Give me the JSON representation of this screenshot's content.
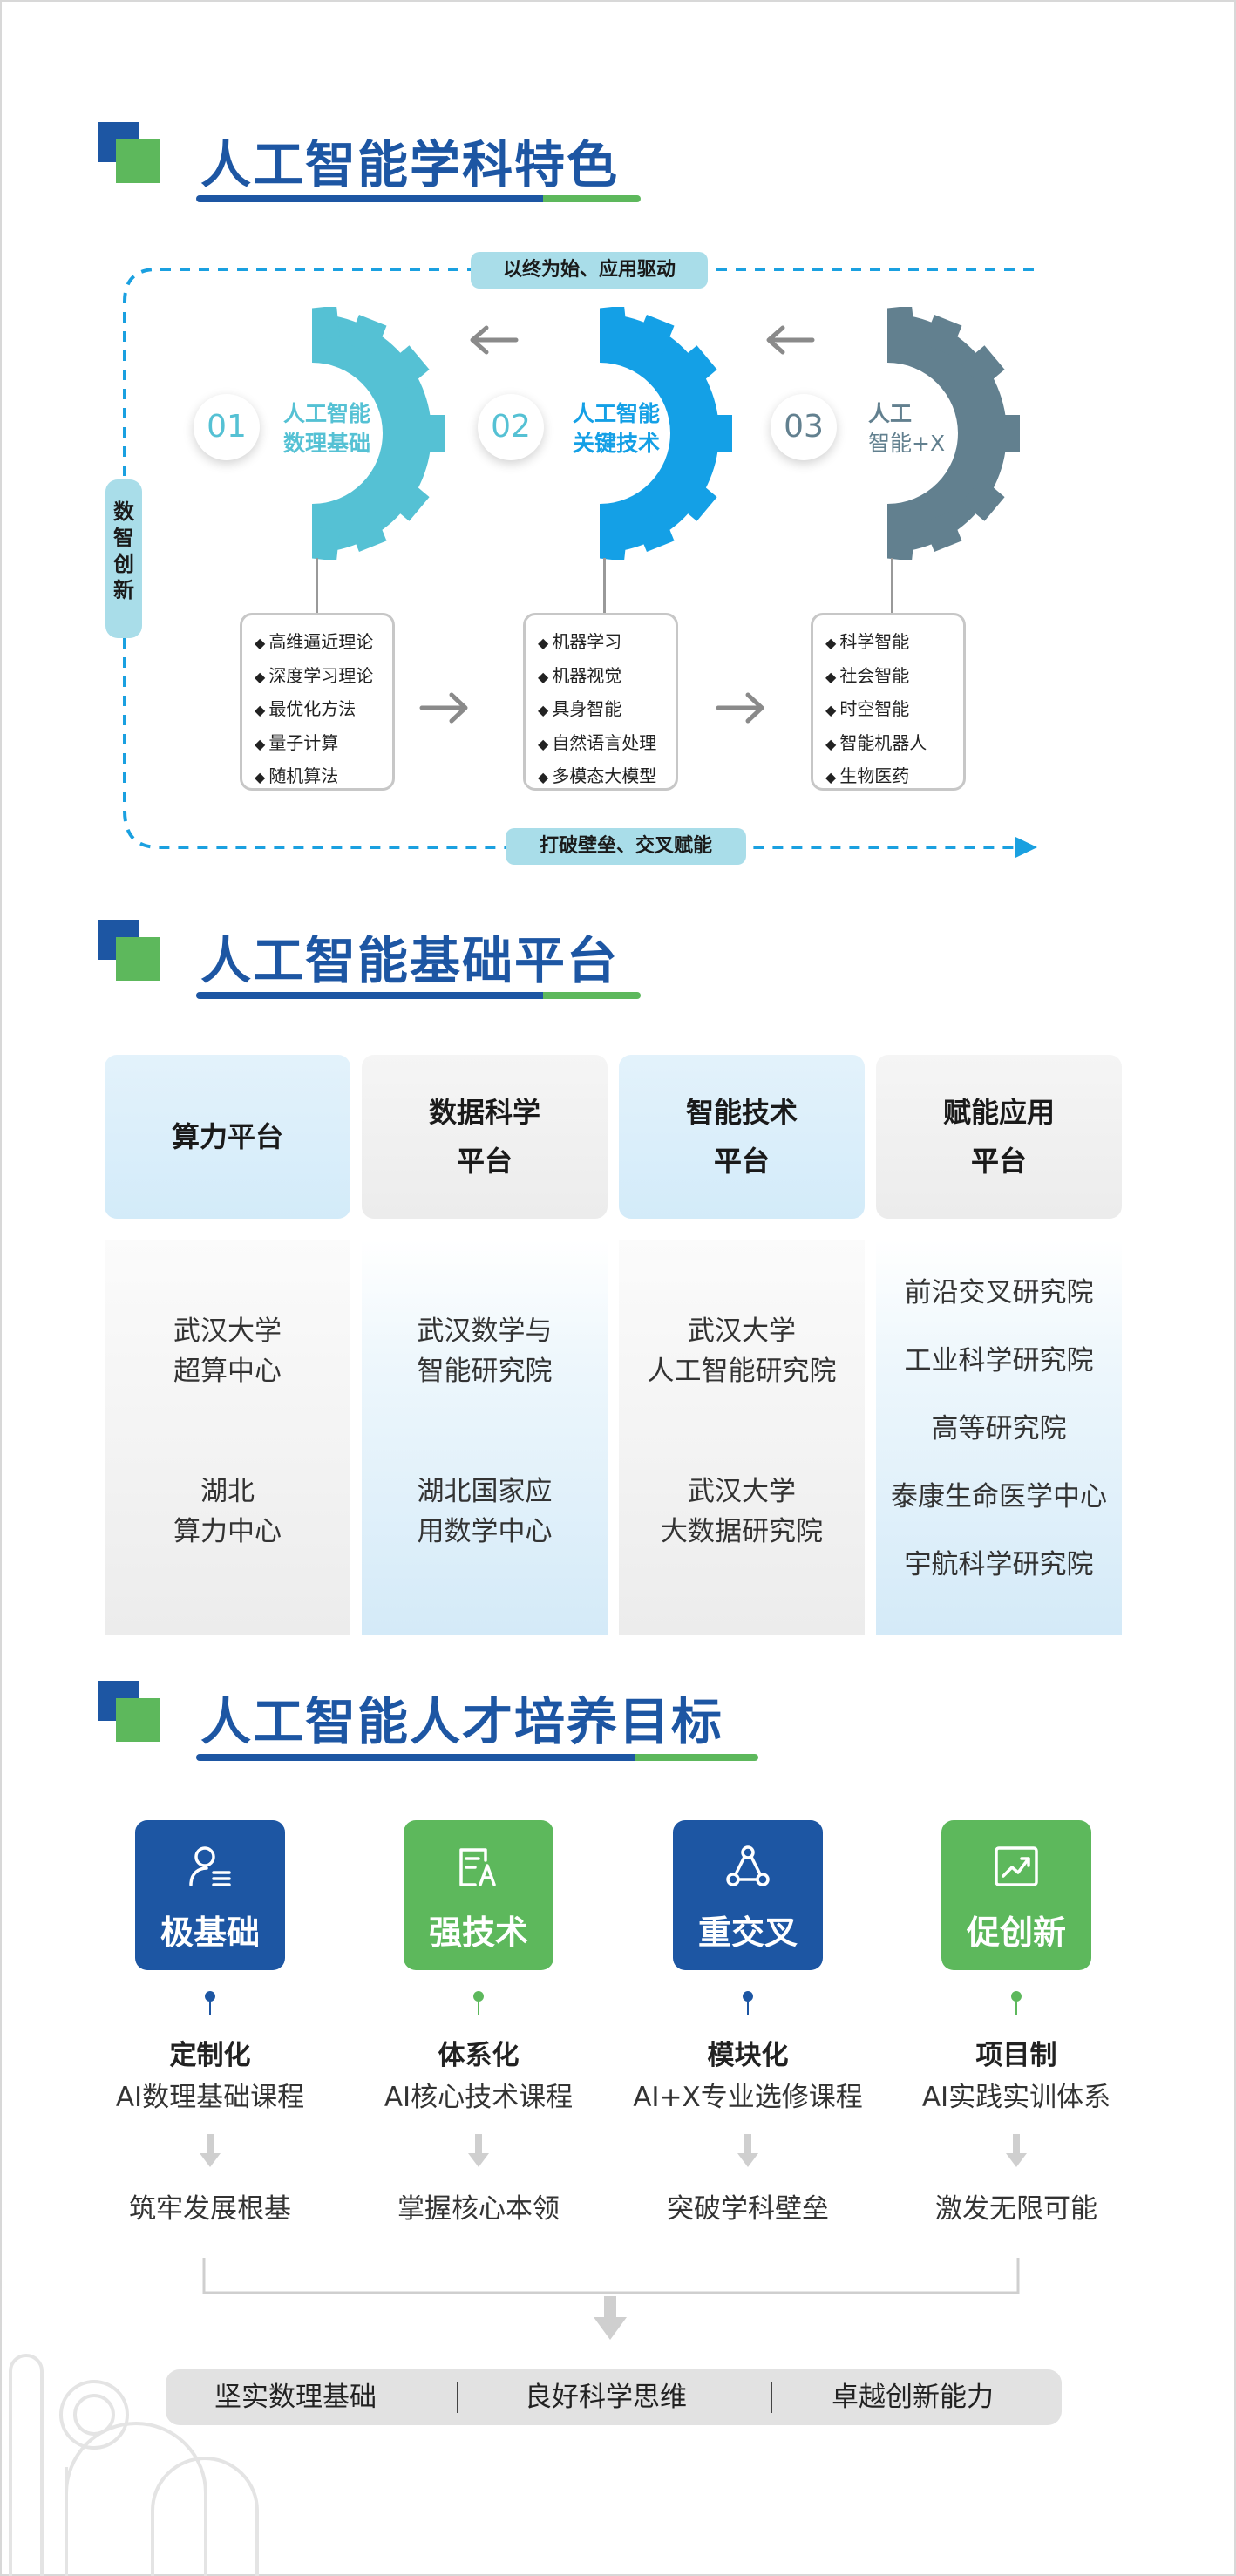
{
  "section1": {
    "title": "人工智能学科特色",
    "top_tag": "以终为始、应用驱动",
    "left_tag": "数智创新",
    "bottom_tag": "打破壁垒、交叉赋能",
    "gears": [
      {
        "num": "01",
        "line1": "人工智能",
        "line2": "数理基础",
        "color": "#55c1d4",
        "items": [
          "高维逼近理论",
          "深度学习理论",
          "最优化方法",
          "量子计算",
          "随机算法"
        ]
      },
      {
        "num": "02",
        "line1": "人工智能",
        "line2": "关键技术",
        "color": "#14a0e6",
        "items": [
          "机器学习",
          "机器视觉",
          "具身智能",
          "自然语言处理",
          "多模态大模型"
        ]
      },
      {
        "num": "03",
        "line1": "人工",
        "line2": "智能+X",
        "color": "#62808f",
        "items": [
          "科学智能",
          "社会智能",
          "时空智能",
          "智能机器人",
          "生物医药"
        ]
      }
    ]
  },
  "section2": {
    "title": "人工智能基础平台",
    "platforms": [
      {
        "head_l1": "算力平台",
        "head_l2": "",
        "items": [
          [
            "武汉大学",
            "超算中心"
          ],
          [
            "湖北",
            "算力中心"
          ]
        ]
      },
      {
        "head_l1": "数据科学",
        "head_l2": "平台",
        "items": [
          [
            "武汉数学与",
            "智能研究院"
          ],
          [
            "湖北国家应",
            "用数学中心"
          ]
        ]
      },
      {
        "head_l1": "智能技术",
        "head_l2": "平台",
        "items": [
          [
            "武汉大学",
            "人工智能研究院"
          ],
          [
            "武汉大学",
            "大数据研究院"
          ]
        ]
      },
      {
        "head_l1": "赋能应用",
        "head_l2": "平台",
        "items": [
          "前沿交叉研究院",
          "工业科学研究院",
          "高等研究院",
          "泰康生命医学中心",
          "宇航科学研究院"
        ]
      }
    ]
  },
  "section3": {
    "title": "人工智能人才培养目标",
    "goals": [
      {
        "title": "极基础",
        "icon": "person-list-icon",
        "color": "#1d56a3",
        "sub": "定制化",
        "desc": "AI数理基础课程",
        "result": "筑牢发展根基"
      },
      {
        "title": "强技术",
        "icon": "document-pen-icon",
        "color": "#5db85c",
        "sub": "体系化",
        "desc": "AI核心技术课程",
        "result": "掌握核心本领"
      },
      {
        "title": "重交叉",
        "icon": "network-nodes-icon",
        "color": "#1d56a3",
        "sub": "模块化",
        "desc": "AI+X专业选修课程",
        "result": "突破学科壁垒"
      },
      {
        "title": "促创新",
        "icon": "growth-chart-icon",
        "color": "#5db85c",
        "sub": "项目制",
        "desc": "AI实践实训体系",
        "result": "激发无限可能"
      }
    ],
    "outcomes": [
      "坚实数理基础",
      "良好科学思维",
      "卓越创新能力"
    ]
  }
}
